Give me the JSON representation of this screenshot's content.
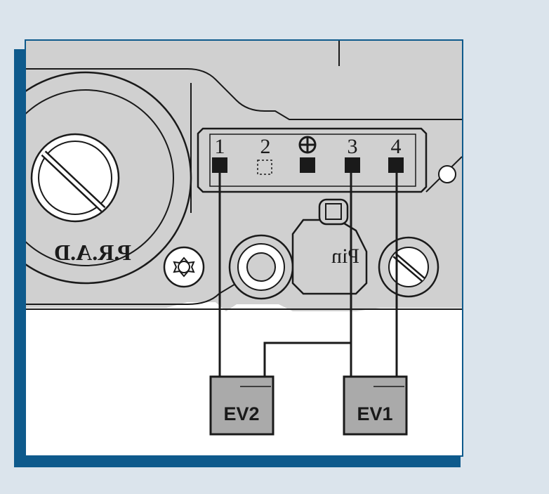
{
  "pins": [
    "1",
    "2",
    "⊕",
    "3",
    "4"
  ],
  "mirrored_labels": {
    "prad": "P.R.A.D",
    "pin": "Pin"
  },
  "valves": {
    "ev2": "EV2",
    "ev1": "EV1"
  },
  "colors": {
    "background": "#dbe4ec",
    "frame": "#0e5a8c",
    "body": "#d0d0d0",
    "valve": "#aaaaaa",
    "line": "#1a1a1a"
  }
}
